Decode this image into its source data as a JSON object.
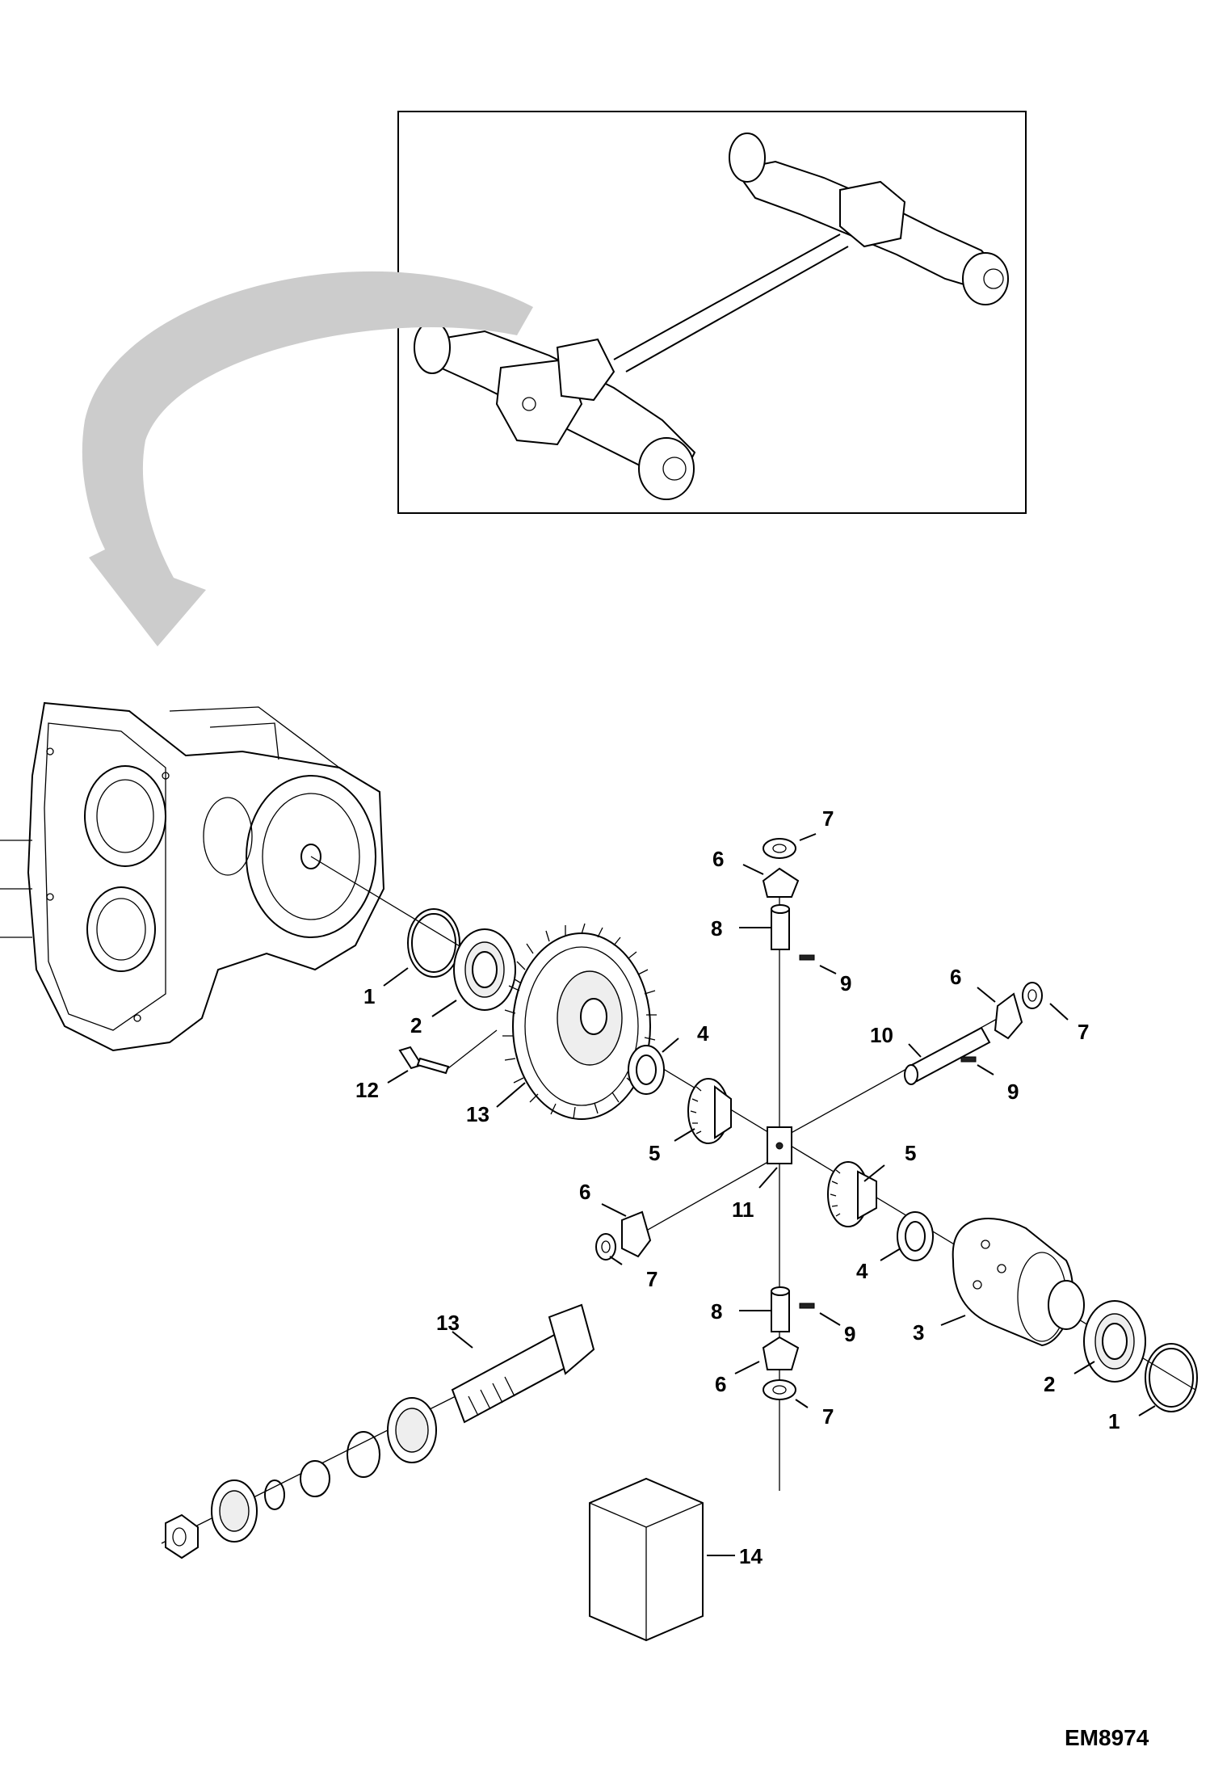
{
  "drawing_code": "EM8974",
  "callouts": [
    {
      "id": "c7a",
      "label": "7"
    },
    {
      "id": "c6a",
      "label": "6"
    },
    {
      "id": "c8a",
      "label": "8"
    },
    {
      "id": "c9a",
      "label": "9"
    },
    {
      "id": "c6b",
      "label": "6"
    },
    {
      "id": "c7b",
      "label": "7"
    },
    {
      "id": "c10",
      "label": "10"
    },
    {
      "id": "c9b",
      "label": "9"
    },
    {
      "id": "c1a",
      "label": "1"
    },
    {
      "id": "c2a",
      "label": "2"
    },
    {
      "id": "c4a",
      "label": "4"
    },
    {
      "id": "c12",
      "label": "12"
    },
    {
      "id": "c13a",
      "label": "13"
    },
    {
      "id": "c5a",
      "label": "5"
    },
    {
      "id": "c5b",
      "label": "5"
    },
    {
      "id": "c6c",
      "label": "6"
    },
    {
      "id": "c11",
      "label": "11"
    },
    {
      "id": "c7c",
      "label": "7"
    },
    {
      "id": "c4b",
      "label": "4"
    },
    {
      "id": "c8b",
      "label": "8"
    },
    {
      "id": "c9c",
      "label": "9"
    },
    {
      "id": "c3",
      "label": "3"
    },
    {
      "id": "c13b",
      "label": "13"
    },
    {
      "id": "c6d",
      "label": "6"
    },
    {
      "id": "c7d",
      "label": "7"
    },
    {
      "id": "c2b",
      "label": "2"
    },
    {
      "id": "c1b",
      "label": "1"
    },
    {
      "id": "c14",
      "label": "14"
    }
  ]
}
